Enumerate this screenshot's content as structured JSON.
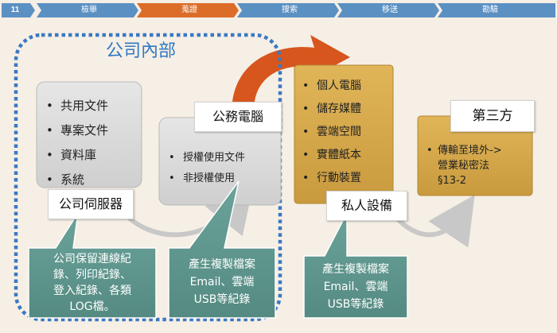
{
  "slide_number": "11",
  "progress": {
    "steps": [
      {
        "label": "檢舉",
        "state": "done"
      },
      {
        "label": "蒐證",
        "state": "current"
      },
      {
        "label": "搜索",
        "state": "todo"
      },
      {
        "label": "移送",
        "state": "todo"
      },
      {
        "label": "勘驗",
        "state": "todo"
      }
    ]
  },
  "company_region": {
    "title": "公司內部"
  },
  "company_server": {
    "label": "公司伺服器",
    "items": [
      "共用文件",
      "專案文件",
      "資料庫",
      "系統"
    ]
  },
  "business_computer": {
    "label": "公務電腦",
    "items": [
      "授權使用文件",
      "非授權使用"
    ]
  },
  "personal_device": {
    "label": "私人設備",
    "items": [
      "個人電腦",
      "儲存媒體",
      "雲端空間",
      "實體紙本",
      "行動裝置"
    ]
  },
  "third_party": {
    "label": "第三方",
    "item_lines": [
      "傳輸至境外->",
      "營業秘密法",
      "§13-2"
    ]
  },
  "callouts": {
    "server_log": [
      "公司保留連線紀",
      "錄、列印紀錄、",
      "登入紀錄、各類",
      "LOG檔。"
    ],
    "business_copy": [
      "產生複製檔案",
      "Email、雲端",
      "USB等紀錄"
    ],
    "personal_copy": [
      "產生複製檔案",
      "Email、雲端",
      "USB等紀錄"
    ]
  },
  "colors": {
    "bar_blue": "#5b90c3",
    "bar_orange": "#e08a42",
    "bar_current": "#d9651f",
    "gray_box": "#d9d9d9",
    "gold_box": "#d6a84a",
    "teal_callout": "#5e948c",
    "dashed_border": "#3b78c4",
    "title_blue": "#2f79c4",
    "arc_orange": "#d7561e"
  }
}
